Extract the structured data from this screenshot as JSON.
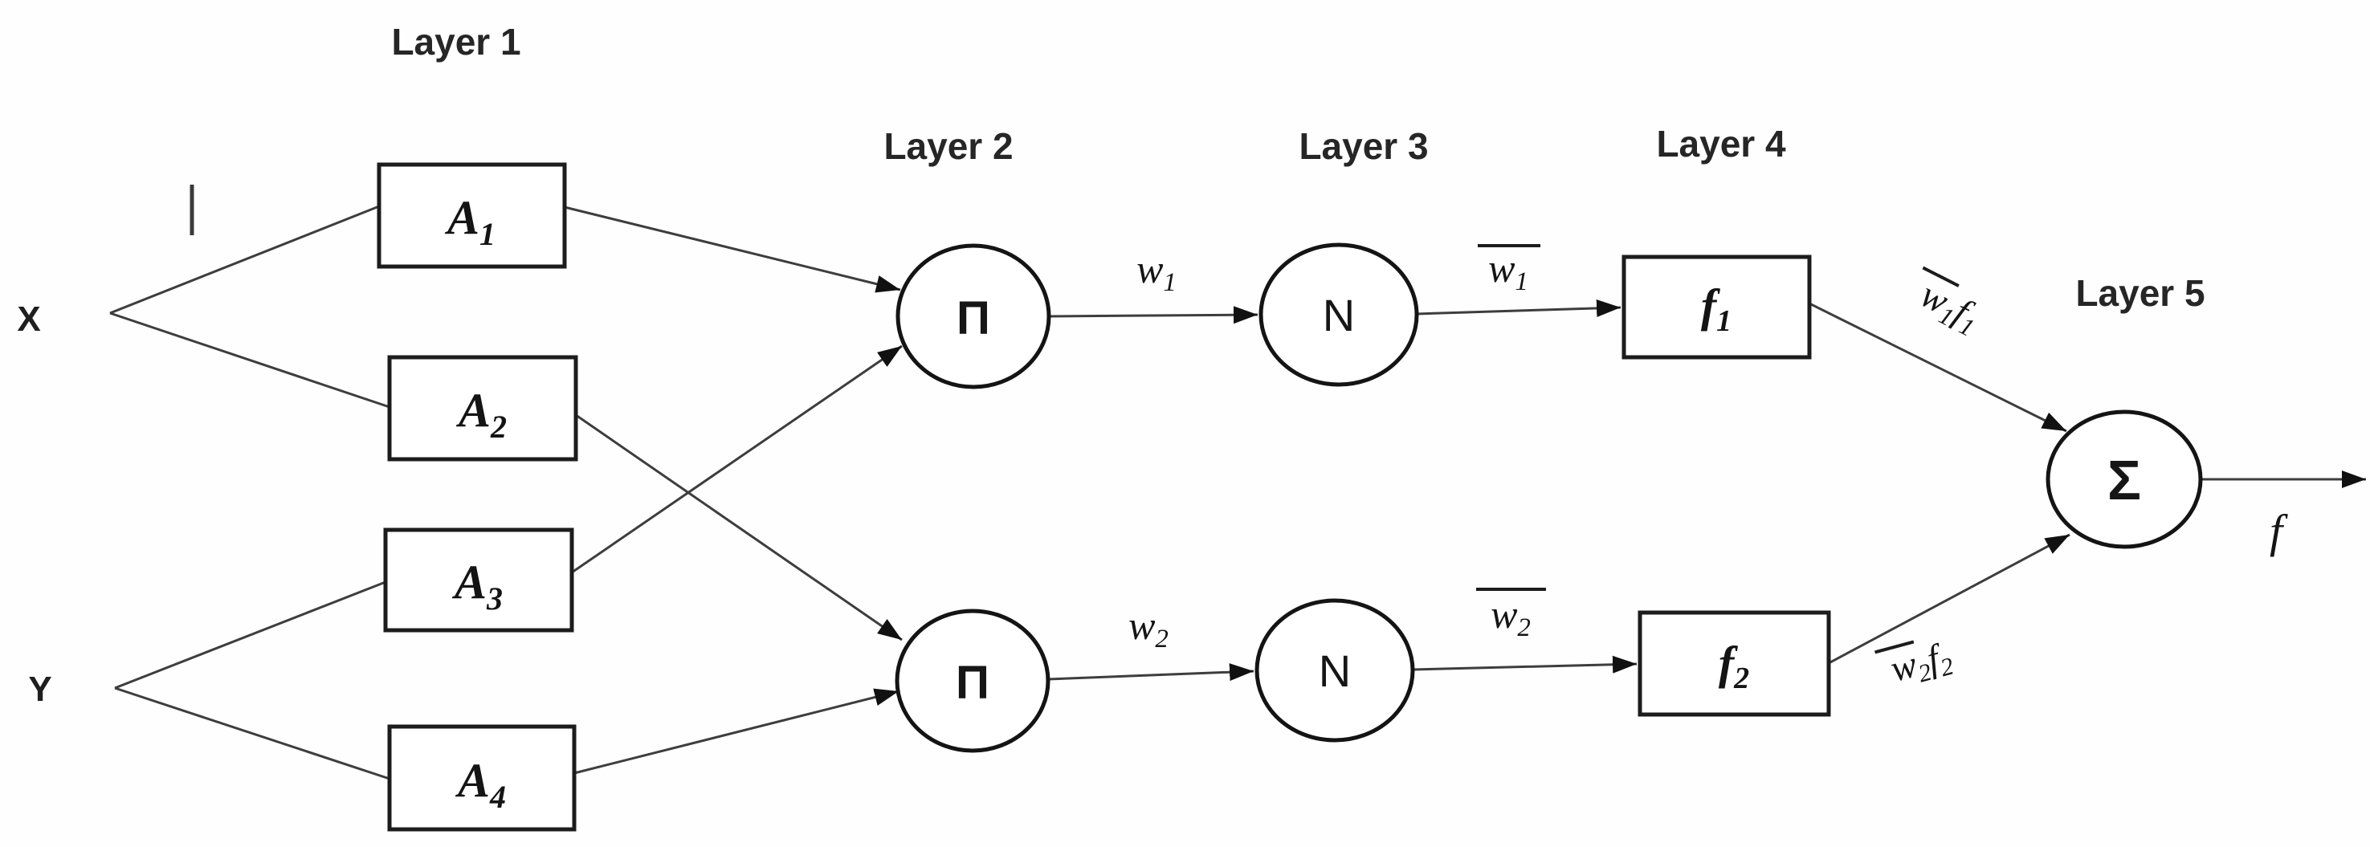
{
  "diagram": {
    "title": "ANFIS five-layer network diagram",
    "background": "#ffffff",
    "ink_color": "#1b1b1b",
    "line_color": "#3d3d3d"
  },
  "layer_labels": [
    {
      "id": "layer-1",
      "label": "Layer 1"
    },
    {
      "id": "layer-2",
      "label": "Layer 2"
    },
    {
      "id": "layer-3",
      "label": "Layer 3"
    },
    {
      "id": "layer-4",
      "label": "Layer 4"
    },
    {
      "id": "layer-5",
      "label": "Layer 5"
    }
  ],
  "inputs": {
    "x": {
      "label": "X"
    },
    "y": {
      "label": "Y"
    }
  },
  "nodes": {
    "a1": {
      "base": "A",
      "sub": "1",
      "shape": "rect"
    },
    "a2": {
      "base": "A",
      "sub": "2",
      "shape": "rect"
    },
    "a3": {
      "base": "A",
      "sub": "3",
      "shape": "rect"
    },
    "a4": {
      "base": "A",
      "sub": "4",
      "shape": "rect"
    },
    "pi1": {
      "glyph": "Π",
      "meaning": "product-node",
      "shape": "circle"
    },
    "pi2": {
      "glyph": "Π",
      "meaning": "product-node",
      "shape": "circle"
    },
    "n1": {
      "glyph": "N",
      "meaning": "normalization-node",
      "shape": "circle"
    },
    "n2": {
      "glyph": "N",
      "meaning": "normalization-node",
      "shape": "circle"
    },
    "f1": {
      "base": "f",
      "sub": "1",
      "shape": "rect"
    },
    "f2": {
      "base": "f",
      "sub": "2",
      "shape": "rect"
    },
    "sigma": {
      "glyph": "Σ",
      "meaning": "summation-node",
      "shape": "circle"
    }
  },
  "edge_labels": {
    "w1": {
      "base": "w",
      "sub": "1",
      "overline": false
    },
    "wbar1": {
      "base": "w",
      "sub": "1",
      "overline": true
    },
    "w2": {
      "base": "w",
      "sub": "2",
      "overline": false
    },
    "wbar2": {
      "base": "w",
      "sub": "2",
      "overline": true
    },
    "wbar1f1": {
      "base1": "w",
      "sub1": "1",
      "base2": "f",
      "sub2": "1",
      "overline": "over-w1"
    },
    "wbar2f2": {
      "base1": "w",
      "sub1": "2",
      "base2": "f",
      "sub2": "2",
      "overline": "over-w2"
    },
    "output": {
      "label": "f"
    }
  }
}
